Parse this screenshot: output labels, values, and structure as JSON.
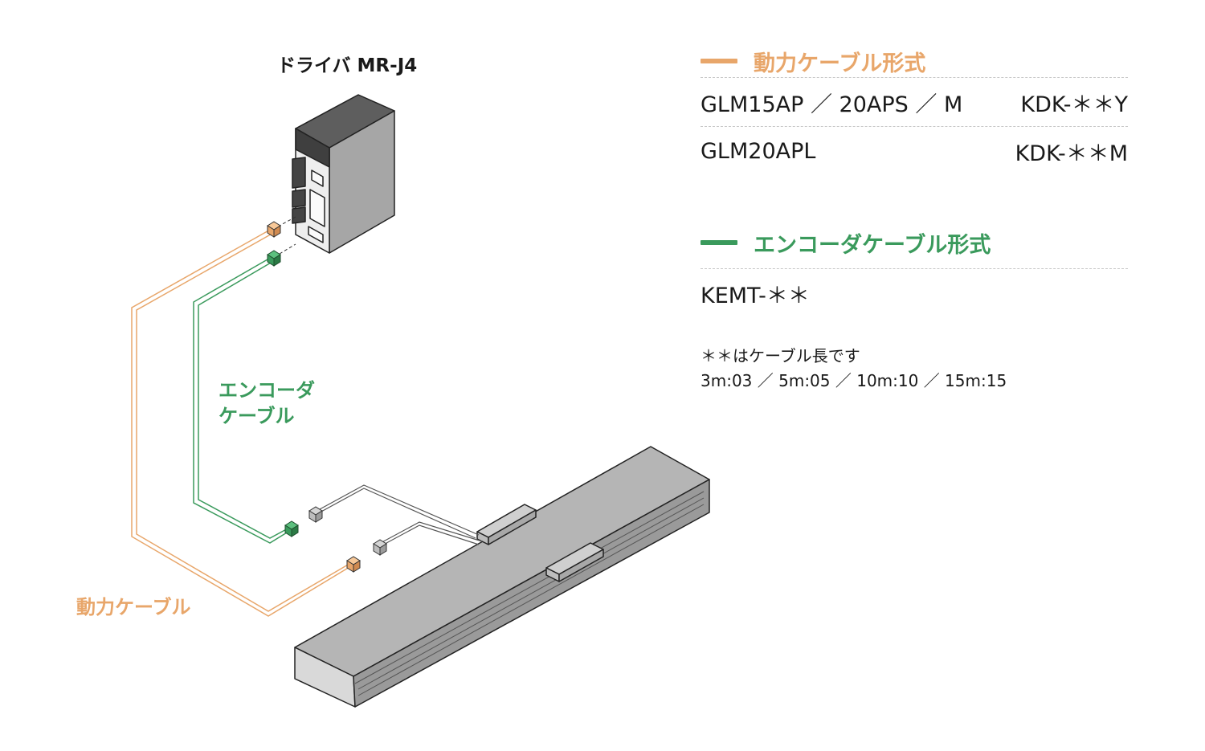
{
  "driver": {
    "title": "ドライバ MR-J4"
  },
  "labels": {
    "encoder_cable": [
      "エンコーダ",
      "ケーブル"
    ],
    "power_cable": "動力ケーブル"
  },
  "power_spec": {
    "title": "動力ケーブル形式",
    "color": "#e8a66a",
    "rows": [
      {
        "model": "GLM15AP ／ 20APS ／ M",
        "cable": "KDK-＊＊Y"
      },
      {
        "model": "GLM20APL",
        "cable": "KDK-＊＊M"
      }
    ]
  },
  "encoder_spec": {
    "title": "エンコーダケーブル形式",
    "color": "#3a9a5c",
    "rows": [
      {
        "model": "KEMT-＊＊",
        "cable": ""
      }
    ]
  },
  "note": {
    "line1": "＊＊はケーブル長です",
    "line2": "3m:03 ／ 5m:05 ／ 10m:10 ／ 15m:15"
  }
}
